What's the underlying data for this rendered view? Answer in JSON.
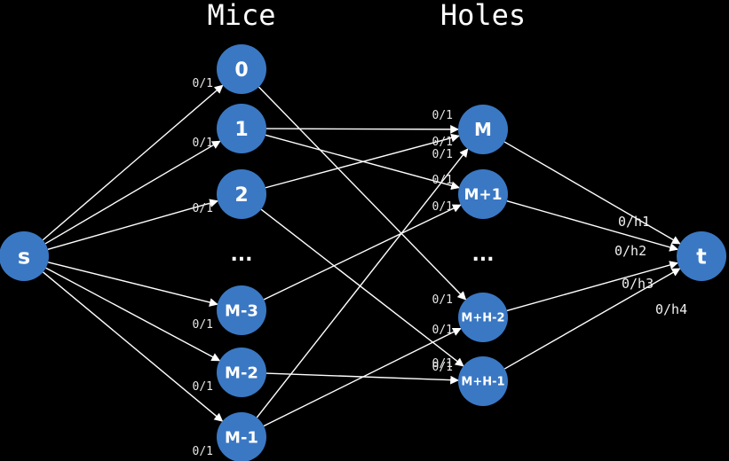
{
  "titles": {
    "mice": "Mice",
    "holes": "Holes"
  },
  "source": "s",
  "sink": "t",
  "mice": [
    "0",
    "1",
    "2",
    "M-3",
    "M-2",
    "M-1"
  ],
  "holes": [
    "M",
    "M+1",
    "M+H-2",
    "M+H-1"
  ],
  "ellipsis": "...",
  "source_capacity": "0/1",
  "mouse_hole_capacity": "0/1",
  "hole_sink_capacities": [
    "0/h1",
    "0/h2",
    "0/h3",
    "0/h4"
  ],
  "colors": {
    "background": "#000000",
    "node": "#3a78c4",
    "edge": "#ffffff",
    "text": "#ffffff"
  },
  "edges_mouse_to_hole": [
    [
      "0",
      "M+H-2"
    ],
    [
      "1",
      "M"
    ],
    [
      "1",
      "M+1"
    ],
    [
      "2",
      "M"
    ],
    [
      "2",
      "M+H-1"
    ],
    [
      "M-3",
      "M+1"
    ],
    [
      "M-2",
      "M+H-1"
    ],
    [
      "M-1",
      "M"
    ],
    [
      "M-1",
      "M+H-2"
    ]
  ]
}
